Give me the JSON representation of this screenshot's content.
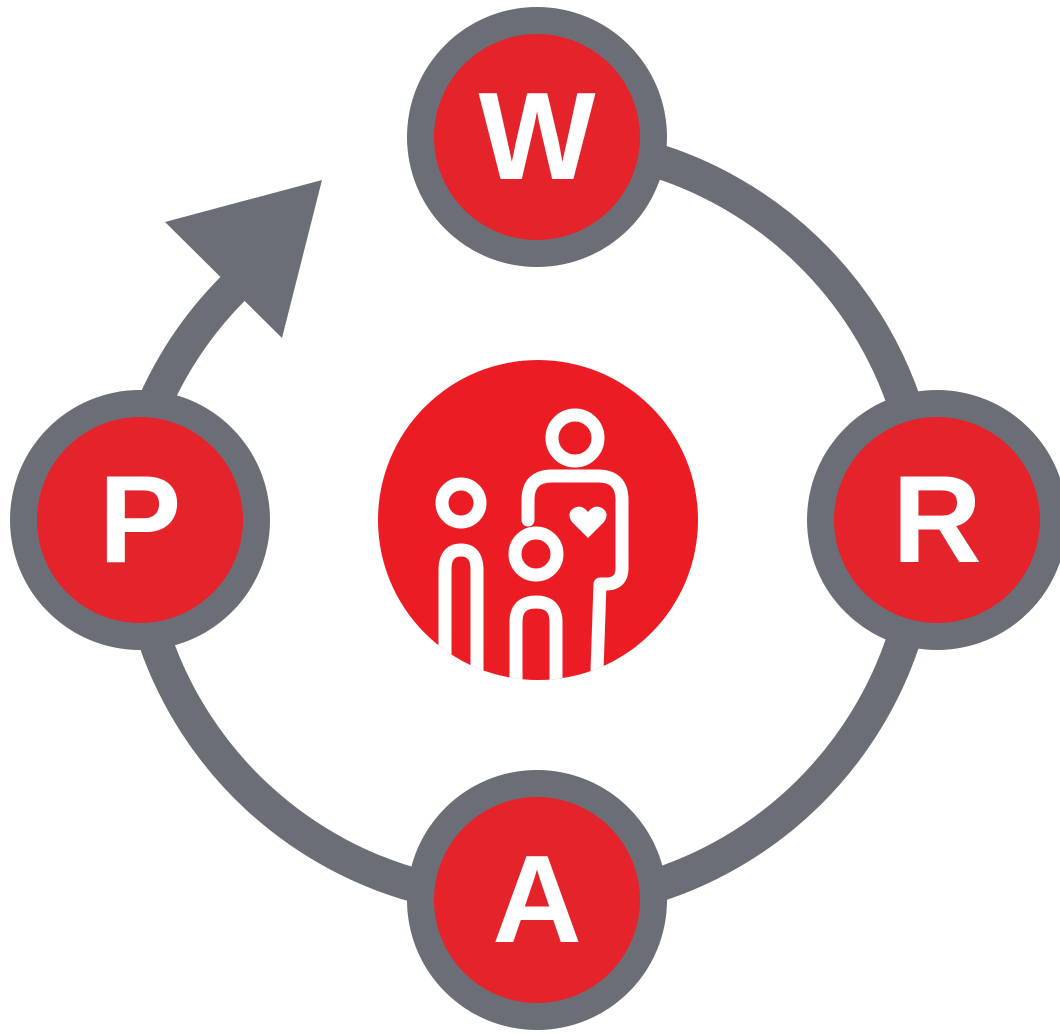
{
  "colors": {
    "ring": "#6b6e76",
    "node_fill": "#e5232a",
    "center_fill": "#ec1c24",
    "letter": "#ffffff",
    "icon_stroke": "#ffffff",
    "background": "#ffffff"
  },
  "nodes": [
    {
      "key": "top",
      "letter": "W"
    },
    {
      "key": "right",
      "letter": "R"
    },
    {
      "key": "bottom",
      "letter": "A"
    },
    {
      "key": "left",
      "letter": "P"
    }
  ],
  "cycle_direction": "clockwise",
  "center_icon": "family-heart-icon"
}
